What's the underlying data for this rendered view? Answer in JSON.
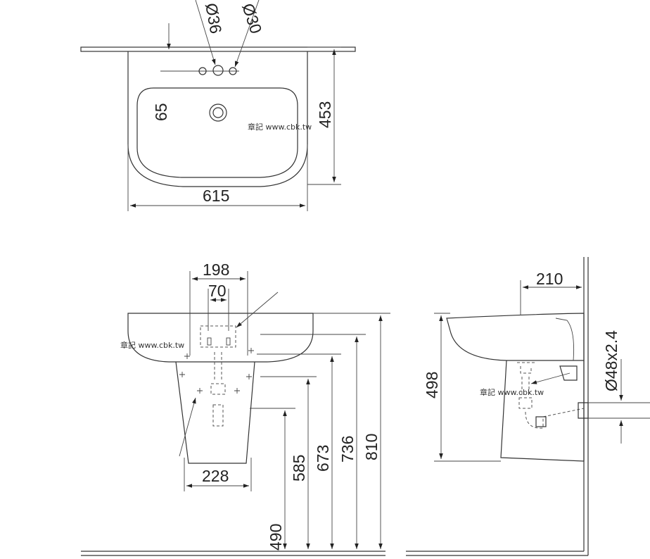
{
  "top_view": {
    "width_label": "615",
    "depth_label": "453",
    "offset_label": "65",
    "hole_left_label": "Ø36",
    "hole_right_label": "Ø30"
  },
  "front_view": {
    "top_width_label": "198",
    "inner_width_label": "70",
    "bottom_width_label": "228",
    "height_labels": [
      "490",
      "585",
      "673",
      "736",
      "810"
    ]
  },
  "side_view": {
    "depth_label": "210",
    "height_label": "498",
    "pipe_label": "Ø48x2.4"
  },
  "watermark": "章記 www.cbk.tw"
}
